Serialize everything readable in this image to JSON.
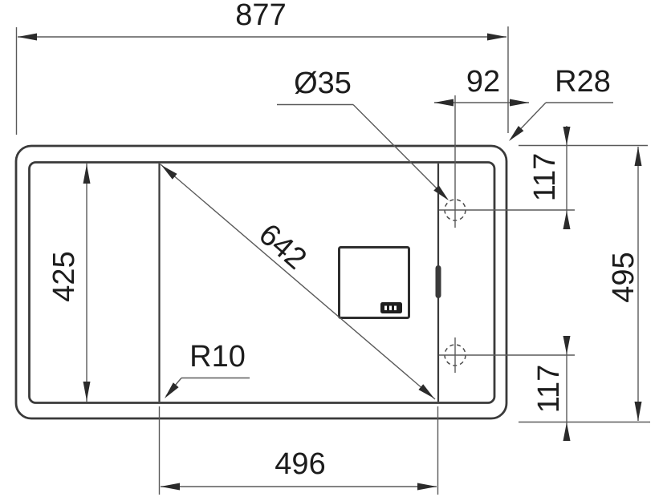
{
  "dims": {
    "overall_width": "877",
    "hole_diameter": "Ø35",
    "hole_edge_offset": "92",
    "outer_corner_radius": "R28",
    "hole_top_offset": "117",
    "overall_depth": "495",
    "hole_bottom_offset": "117",
    "bowl_depth": "425",
    "bowl_diagonal": "642",
    "bowl_corner_radius": "R10",
    "bowl_width": "496"
  },
  "colors": {
    "outline": "#3a3a3a",
    "dimension_line": "#5a5a5a",
    "arrow": "#2b2b2b",
    "text": "#1c1c1c",
    "background": "#ffffff"
  }
}
